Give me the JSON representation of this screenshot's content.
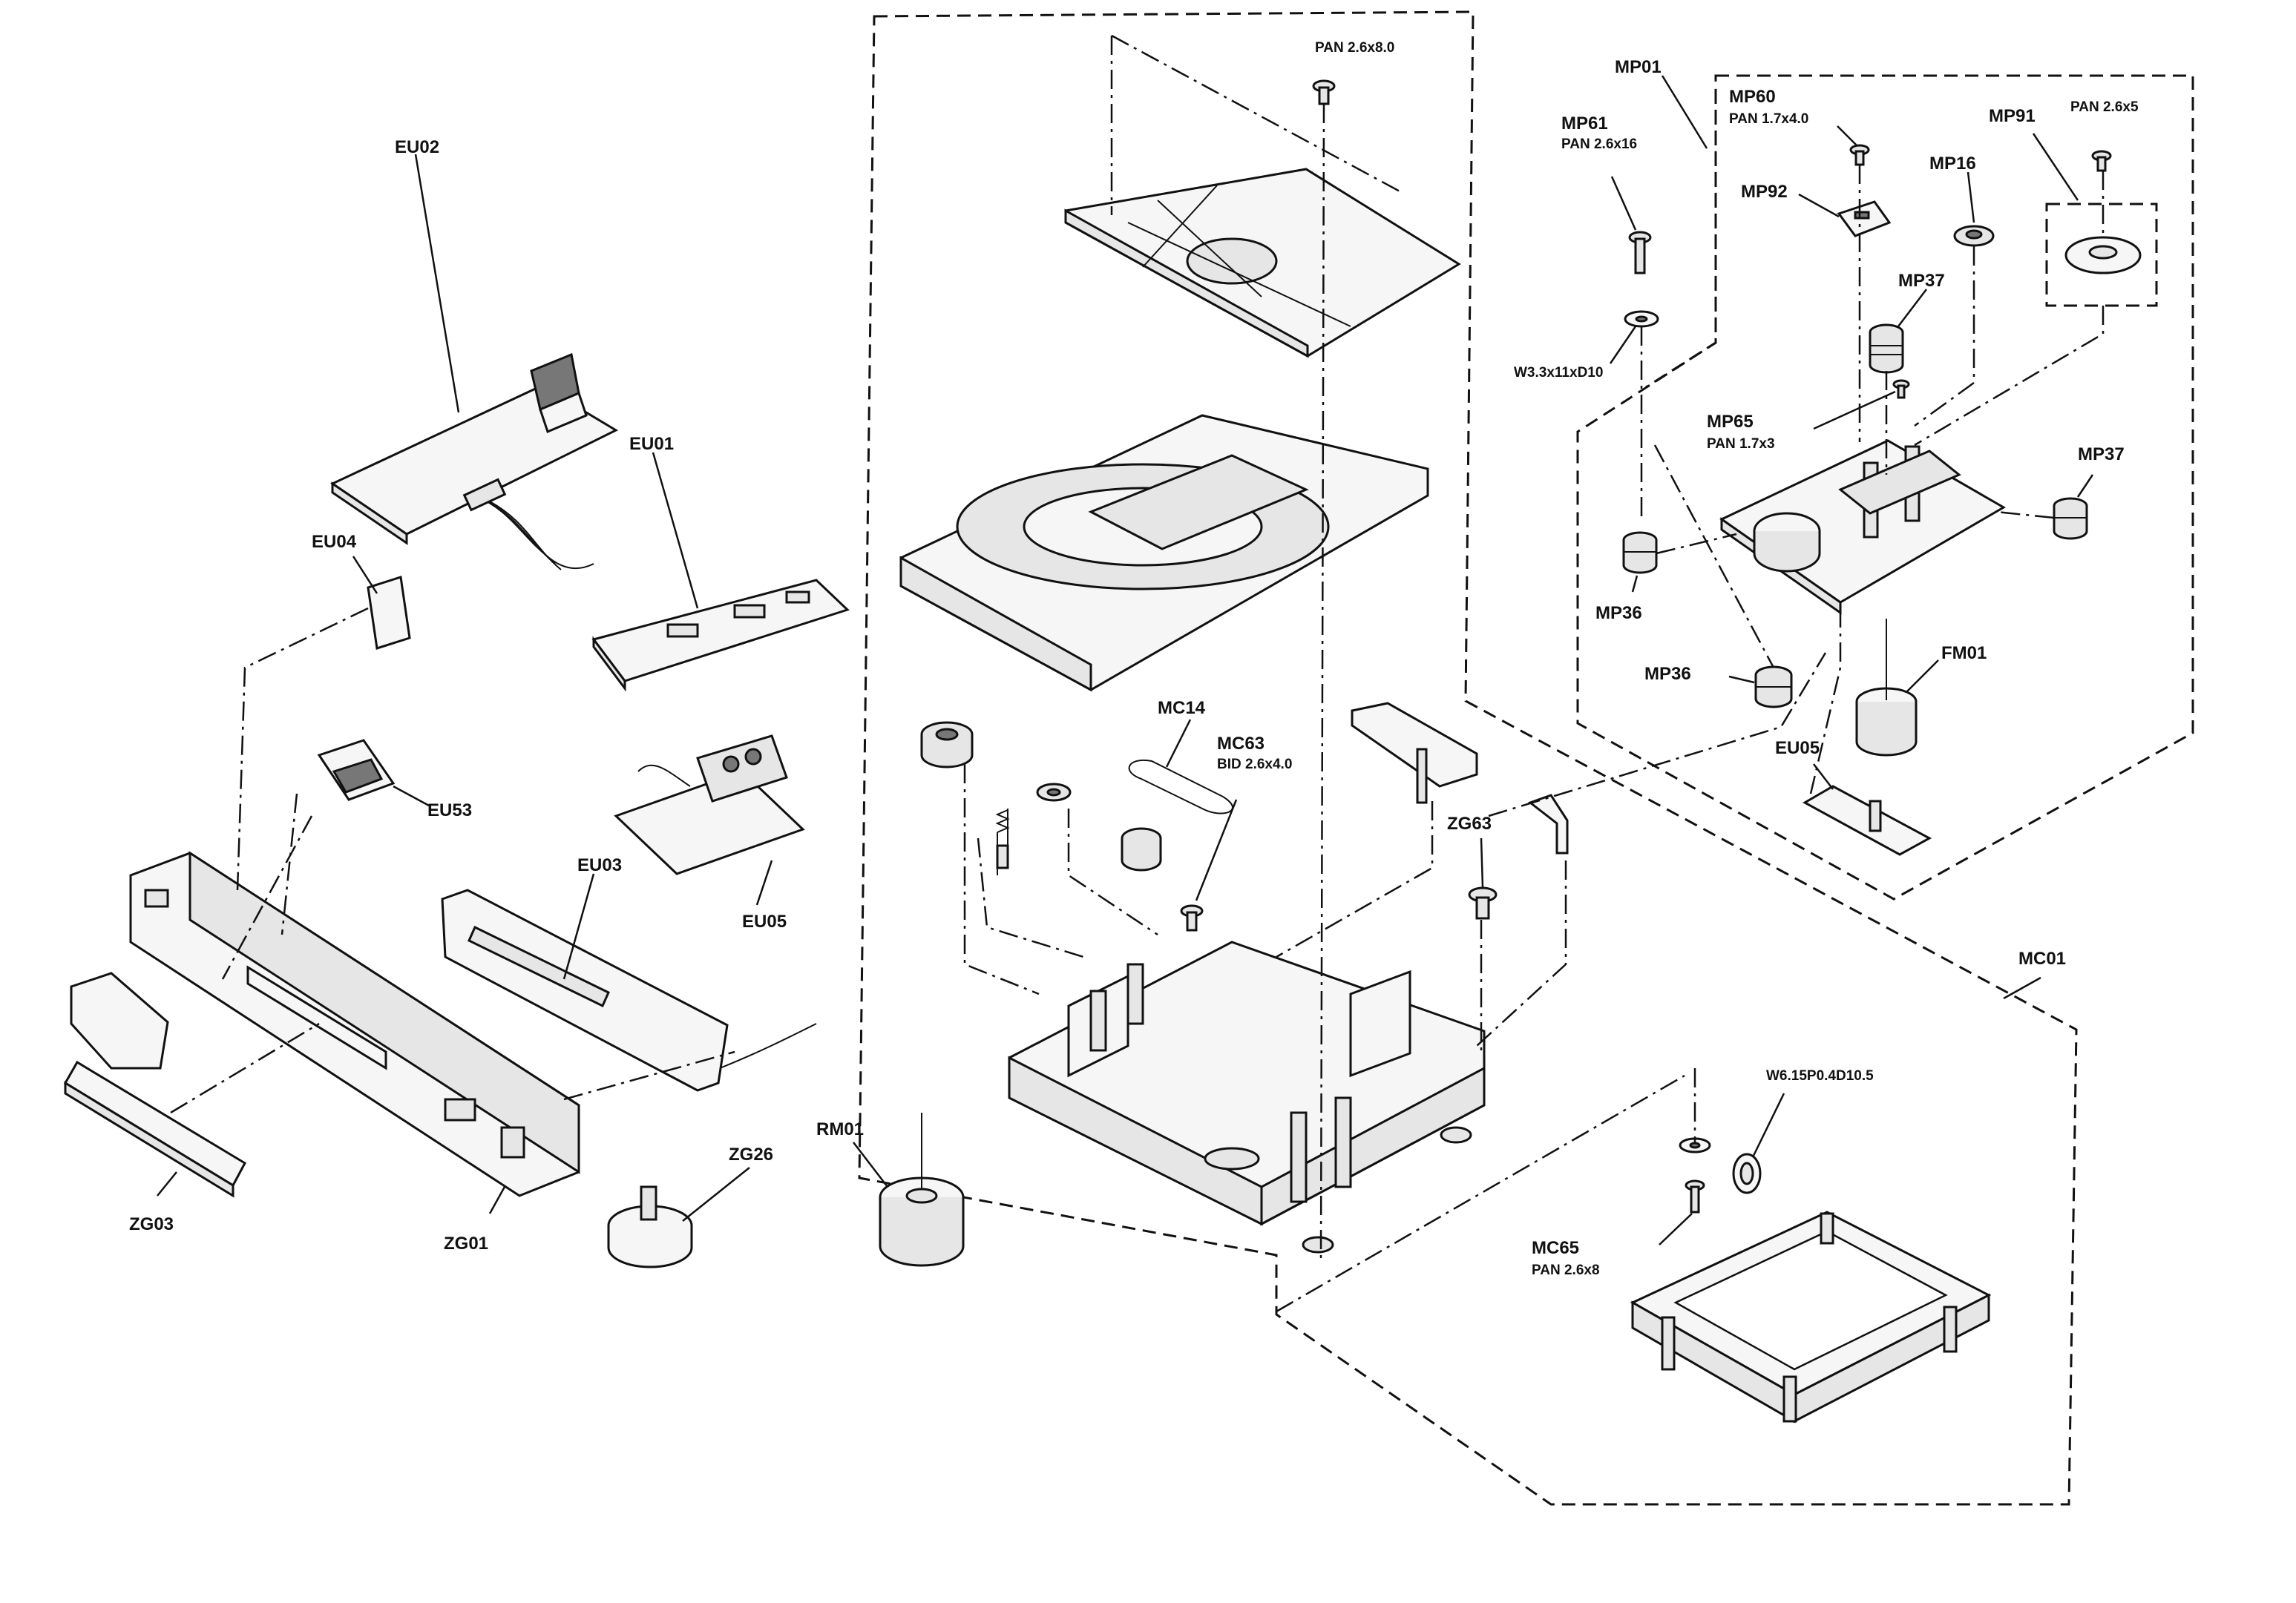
{
  "diagram": {
    "part_labels": {
      "EU02": "EU02",
      "EU01": "EU01",
      "EU04": "EU04",
      "EU53": "EU53",
      "EU03": "EU03",
      "EU05_left": "EU05",
      "ZG03": "ZG03",
      "ZG01": "ZG01",
      "ZG26": "ZG26",
      "RM01": "RM01",
      "MC14": "MC14",
      "MC63": "MC63",
      "ZG63": "ZG63",
      "MC01": "MC01",
      "MC65": "MC65",
      "MP01": "MP01",
      "MP61": "MP61",
      "MP60": "MP60",
      "MP16": "MP16",
      "MP91": "MP91",
      "MP92": "MP92",
      "MP37_top": "MP37",
      "MP37_right": "MP37",
      "MP65": "MP65",
      "MP36_left": "MP36",
      "MP36_bottom": "MP36",
      "FM01": "FM01",
      "EU05_right": "EU05"
    },
    "spec_labels": {
      "pan_top": "PAN 2.6x8.0",
      "mp61_spec": "PAN 2.6x16",
      "mp60_spec": "PAN 1.7x4.0",
      "mp91_pan": "PAN 2.6x5",
      "washer_w33": "W3.3x11xD10",
      "mp65_spec": "PAN 1.7x3",
      "mc63_spec": "BID 2.6x4.0",
      "washer_w615": "W6.15P0.4D10.5",
      "mc65_spec": "PAN 2.6x8"
    }
  }
}
